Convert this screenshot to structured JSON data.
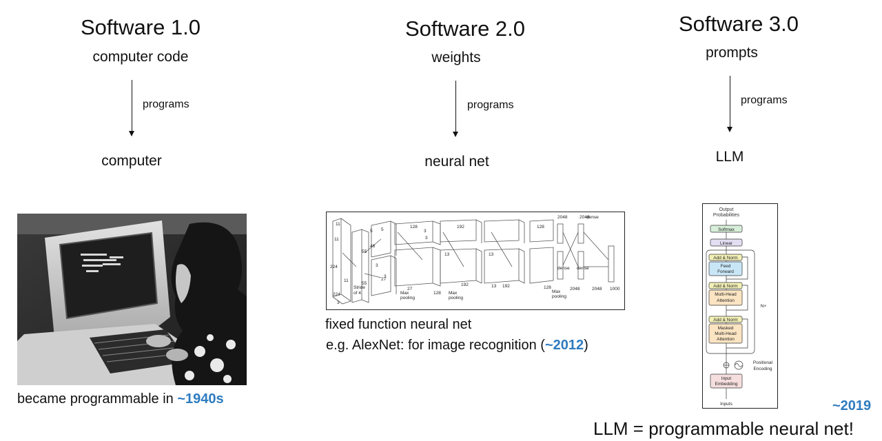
{
  "columns": [
    {
      "title": "Software 1.0",
      "input": "computer code",
      "relation": "programs",
      "output": "computer"
    },
    {
      "title": "Software 2.0",
      "input": "weights",
      "relation": "programs",
      "output": "neural net"
    },
    {
      "title": "Software 3.0",
      "input": "prompts",
      "relation": "programs",
      "output": "LLM"
    }
  ],
  "captions": {
    "c1_text": "became programmable in ",
    "c1_year": "~1940s",
    "c2_line1": "fixed function neural net",
    "c2_prefix": "e.g. AlexNet: for image recognition (",
    "c2_year": "~2012",
    "c2_suffix": ")",
    "c3_year": "~2019",
    "c3_text": "LLM = programmable neural net!"
  },
  "alexnet": {
    "labels_dims": [
      "11",
      "11",
      "224",
      "224",
      "3",
      "5",
      "5",
      "48",
      "55",
      "55",
      "3",
      "3",
      "27",
      "27",
      "128",
      "3",
      "3",
      "13",
      "13",
      "192",
      "13",
      "13",
      "192",
      "128",
      "2048",
      "2048",
      "dense",
      "dense",
      "dense",
      "1000"
    ],
    "stride": "Stride of 4",
    "max_pooling": "Max pooling"
  },
  "transformer": {
    "output_probs": "Output Probabilities",
    "softmax": "Softmax",
    "linear": "Linear",
    "add_norm": "Add & Norm",
    "feed_forward": "Feed Forward",
    "mha": "Multi-Head Attention",
    "masked_mha": "Masked Multi-Head Attention",
    "nx": "N×",
    "pos_enc": "Positional Encoding",
    "input_emb": "Input Embedding",
    "inputs": "Inputs"
  },
  "colors": {
    "highlight": "#2e7bbf",
    "text": "#111111",
    "ff_block": "#c9e6f7",
    "attn_block": "#fbe4c2",
    "norm_block": "#f3f0b6",
    "embed_block": "#f6dede",
    "linear_block": "#e4def3",
    "softmax_block": "#d7efd8"
  }
}
